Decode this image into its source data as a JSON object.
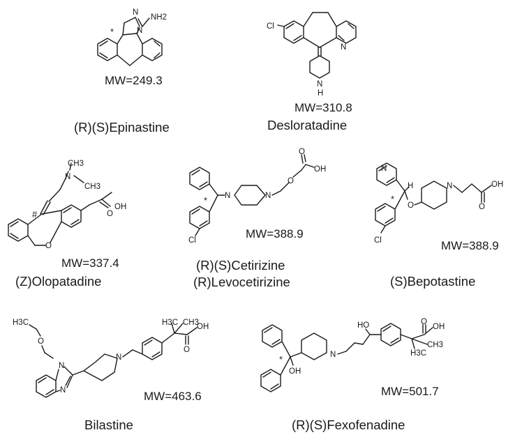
{
  "compounds": [
    {
      "id": "epinastine",
      "name_lines": [
        "(R)(S)Epinastine"
      ],
      "mw": "MW=249.3",
      "atom_labels": [
        "NH2",
        "N",
        "N",
        "*"
      ]
    },
    {
      "id": "desloratadine",
      "name_lines": [
        "Desloratadine"
      ],
      "mw": "MW=310.8",
      "atom_labels": [
        "Cl",
        "N",
        "N",
        "H"
      ]
    },
    {
      "id": "olopatadine",
      "name_lines": [
        "(Z)Olopatadine"
      ],
      "mw": "MW=337.4",
      "atom_labels": [
        "CH3",
        "N",
        "CH3",
        "#",
        "OH",
        "O",
        "O"
      ]
    },
    {
      "id": "cetirizine",
      "name_lines": [
        "(R)(S)Cetirizine",
        "(R)Levocetirizine"
      ],
      "mw": "MW=388.9",
      "atom_labels": [
        "*",
        "N",
        "N",
        "O",
        "O",
        "OH",
        "Cl"
      ]
    },
    {
      "id": "bepotastine",
      "name_lines": [
        "(S)Bepotastine"
      ],
      "mw": "MW=388.9",
      "atom_labels": [
        "N",
        "H",
        "*",
        "O",
        "N",
        "O",
        "OH",
        "Cl"
      ]
    },
    {
      "id": "bilastine",
      "name_lines": [
        "Bilastine"
      ],
      "mw": "MW=463.6",
      "atom_labels": [
        "H3C",
        "O",
        "N",
        "N",
        "N",
        "H3C",
        "CH3",
        "O",
        "OH"
      ]
    },
    {
      "id": "fexofenadine",
      "name_lines": [
        "(R)(S)Fexofenadine"
      ],
      "mw": "MW=501.7",
      "atom_labels": [
        "*",
        "OH",
        "N",
        "HO",
        "O",
        "OH",
        "CH3",
        "H3C"
      ]
    }
  ]
}
